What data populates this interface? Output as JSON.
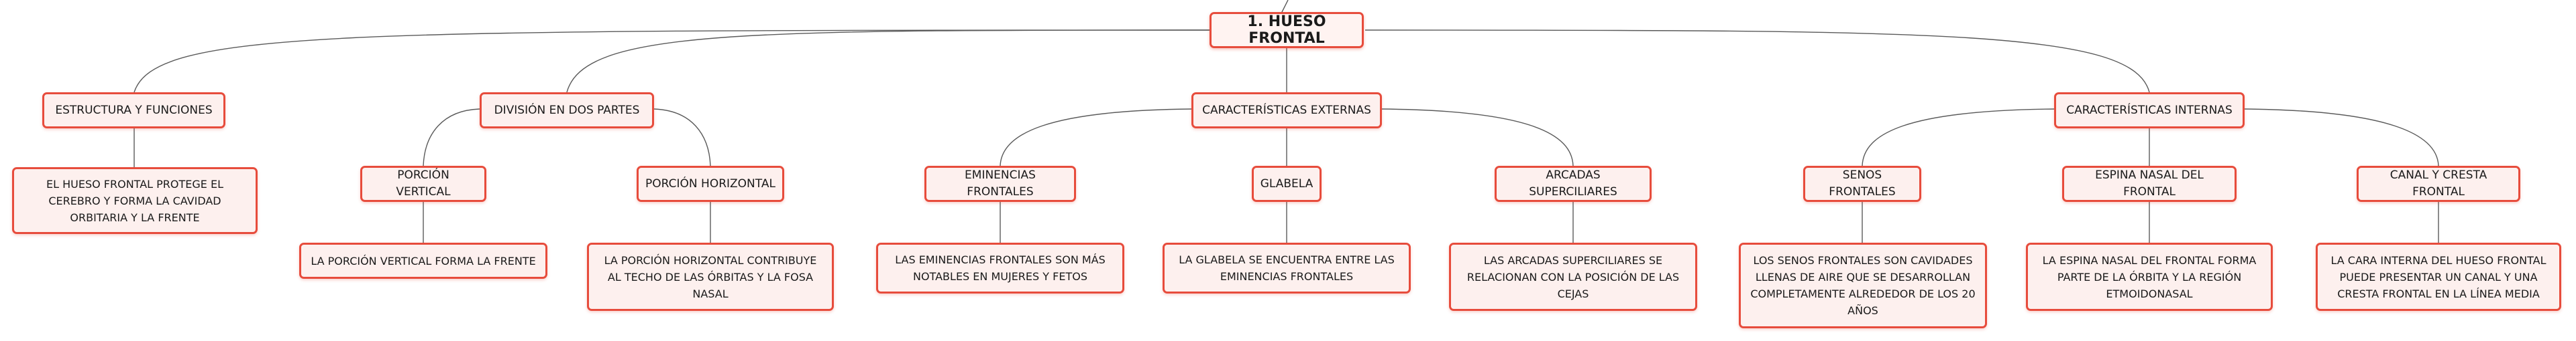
{
  "root": "1. HUESO FRONTAL",
  "branches": [
    {
      "label": "ESTRUCTURA Y FUNCIONES",
      "desc": "EL HUESO FRONTAL PROTEGE EL CEREBRO Y FORMA LA CAVIDAD ORBITARIA Y LA FRENTE"
    },
    {
      "label": "DIVISIÓN EN DOS PARTES",
      "children": [
        {
          "label": "PORCIÓN VERTICAL",
          "desc": "LA PORCIÓN VERTICAL FORMA LA FRENTE"
        },
        {
          "label": "PORCIÓN HORIZONTAL",
          "desc": "LA PORCIÓN HORIZONTAL CONTRIBUYE AL TECHO DE LAS ÓRBITAS Y LA FOSA NASAL"
        }
      ]
    },
    {
      "label": "CARACTERÍSTICAS EXTERNAS",
      "children": [
        {
          "label": "EMINENCIAS FRONTALES",
          "desc": "LAS EMINENCIAS FRONTALES SON MÁS NOTABLES EN MUJERES Y FETOS"
        },
        {
          "label": "GLABELA",
          "desc": "LA GLABELA SE ENCUENTRA ENTRE LAS EMINENCIAS FRONTALES"
        },
        {
          "label": "ARCADAS SUPERCILIARES",
          "desc": "LAS ARCADAS SUPERCILIARES SE RELACIONAN CON LA POSICIÓN DE LAS CEJAS"
        }
      ]
    },
    {
      "label": "CARACTERÍSTICAS INTERNAS",
      "children": [
        {
          "label": "SENOS FRONTALES",
          "desc": "LOS SENOS FRONTALES SON CAVIDADES LLENAS DE AIRE QUE SE DESARROLLAN COMPLETAMENTE ALREDEDOR DE LOS 20 AÑOS"
        },
        {
          "label": "ESPINA NASAL DEL FRONTAL",
          "desc": "LA ESPINA NASAL DEL FRONTAL FORMA PARTE DE LA ÓRBITA Y LA REGIÓN ETMOIDONASAL"
        },
        {
          "label": "CANAL Y CRESTA FRONTAL",
          "desc": "LA CARA INTERNA DEL HUESO FRONTAL PUEDE PRESENTAR UN CANAL Y UNA CRESTA FRONTAL EN LA LÍNEA MEDIA"
        }
      ]
    }
  ]
}
